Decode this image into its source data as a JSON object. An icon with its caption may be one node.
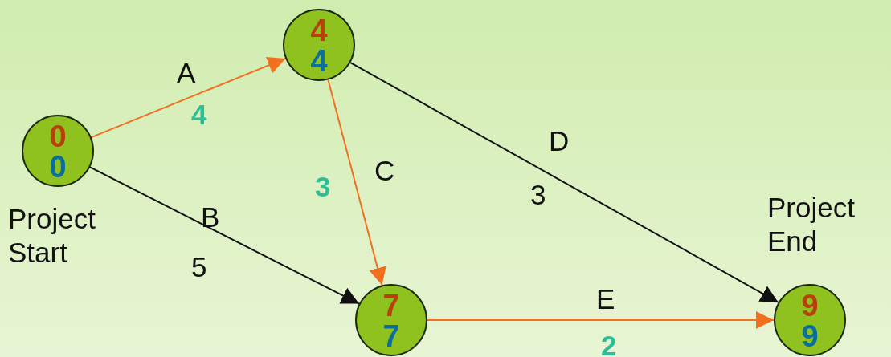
{
  "diagram": {
    "nodes": [
      {
        "text": [
          "0",
          "0"
        ],
        "beside": [
          "Project Start"
        ]
      },
      {
        "text": [
          "4",
          "4"
        ]
      },
      {
        "text": [
          "7",
          "7"
        ]
      },
      {
        "text": [
          "9",
          "9"
        ],
        "beside": [
          "Project End"
        ]
      }
    ],
    "edges": [
      {
        "from": 0,
        "to": 1,
        "arrow": "to",
        "label": "A"
      },
      {
        "from": 0,
        "to": 2,
        "arrow": "to",
        "label": "B",
        "color": "#111111"
      },
      {
        "from": 1,
        "to": 2,
        "arrow": "to",
        "label": "C"
      },
      {
        "from": 1,
        "to": 3,
        "arrow": "to",
        "label": "D",
        "color": "#111111"
      },
      {
        "from": 2,
        "to": 3,
        "arrow": "to",
        "label": "E"
      }
    ],
    "labels": [
      "4",
      "5",
      "3",
      "3",
      "2"
    ]
  }
}
